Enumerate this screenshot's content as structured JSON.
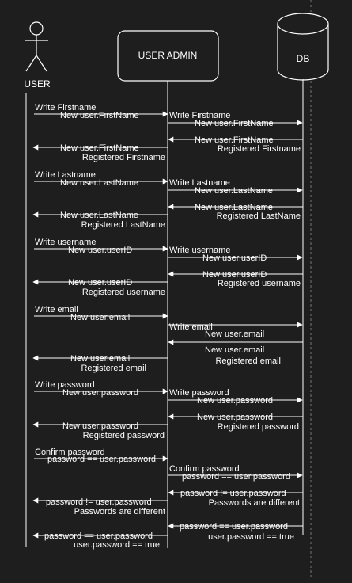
{
  "participants": {
    "user": "USER",
    "admin": "USER ADMIN",
    "db": "DB"
  },
  "messages": [
    {
      "id": "m01",
      "text": "Write Firstname"
    },
    {
      "id": "m02",
      "text": "New user.FirstName"
    },
    {
      "id": "m03",
      "text": "Write Firstname"
    },
    {
      "id": "m04",
      "text": "New user.FirstName"
    },
    {
      "id": "m05",
      "text": "New user.FirstName"
    },
    {
      "id": "m06",
      "text": "Registered Firstname"
    },
    {
      "id": "m07",
      "text": "New user.FirstName"
    },
    {
      "id": "m08",
      "text": "Registered Firstname"
    },
    {
      "id": "m09",
      "text": "Write Lastname"
    },
    {
      "id": "m10",
      "text": "New user.LastName"
    },
    {
      "id": "m11",
      "text": "Write Lastname"
    },
    {
      "id": "m12",
      "text": "New user.LastName"
    },
    {
      "id": "m13",
      "text": "New user.LastName"
    },
    {
      "id": "m14",
      "text": "Registered LastName"
    },
    {
      "id": "m15",
      "text": "New user.LastName"
    },
    {
      "id": "m16",
      "text": "Registered LastName"
    },
    {
      "id": "m17",
      "text": "Write username"
    },
    {
      "id": "m18",
      "text": "New user.userID"
    },
    {
      "id": "m19",
      "text": "Write username"
    },
    {
      "id": "m20",
      "text": "New user.userID"
    },
    {
      "id": "m21",
      "text": "New user.userID"
    },
    {
      "id": "m22",
      "text": "Registered username"
    },
    {
      "id": "m23",
      "text": "New user.userID"
    },
    {
      "id": "m24",
      "text": "Registered username"
    },
    {
      "id": "m25",
      "text": "Write email"
    },
    {
      "id": "m26",
      "text": "New user.email"
    },
    {
      "id": "m27",
      "text": "Write email"
    },
    {
      "id": "m28",
      "text": "New user.email"
    },
    {
      "id": "m29",
      "text": "New user.email"
    },
    {
      "id": "m30",
      "text": "Registered email"
    },
    {
      "id": "m31",
      "text": "New user.email"
    },
    {
      "id": "m32",
      "text": "Registered email"
    },
    {
      "id": "m33",
      "text": "Write password"
    },
    {
      "id": "m34",
      "text": "New user.password"
    },
    {
      "id": "m35",
      "text": "Write password"
    },
    {
      "id": "m36",
      "text": "New user.password"
    },
    {
      "id": "m37",
      "text": "New user.password"
    },
    {
      "id": "m38",
      "text": "Registered password"
    },
    {
      "id": "m39",
      "text": "New user.password"
    },
    {
      "id": "m40",
      "text": "Registered password"
    },
    {
      "id": "m41",
      "text": "Confirm password"
    },
    {
      "id": "m42",
      "text": "password == user.password"
    },
    {
      "id": "m43",
      "text": "Confirm password"
    },
    {
      "id": "m44",
      "text": "password == user.password"
    },
    {
      "id": "m45",
      "text": "password != user.password"
    },
    {
      "id": "m46",
      "text": "Passwords are different"
    },
    {
      "id": "m47",
      "text": "password != user.password"
    },
    {
      "id": "m48",
      "text": "Passwords are different"
    },
    {
      "id": "m49",
      "text": "password == user.password"
    },
    {
      "id": "m50",
      "text": "user.password == true"
    },
    {
      "id": "m51",
      "text": "password == user.password"
    },
    {
      "id": "m52",
      "text": "user.password == true"
    }
  ]
}
